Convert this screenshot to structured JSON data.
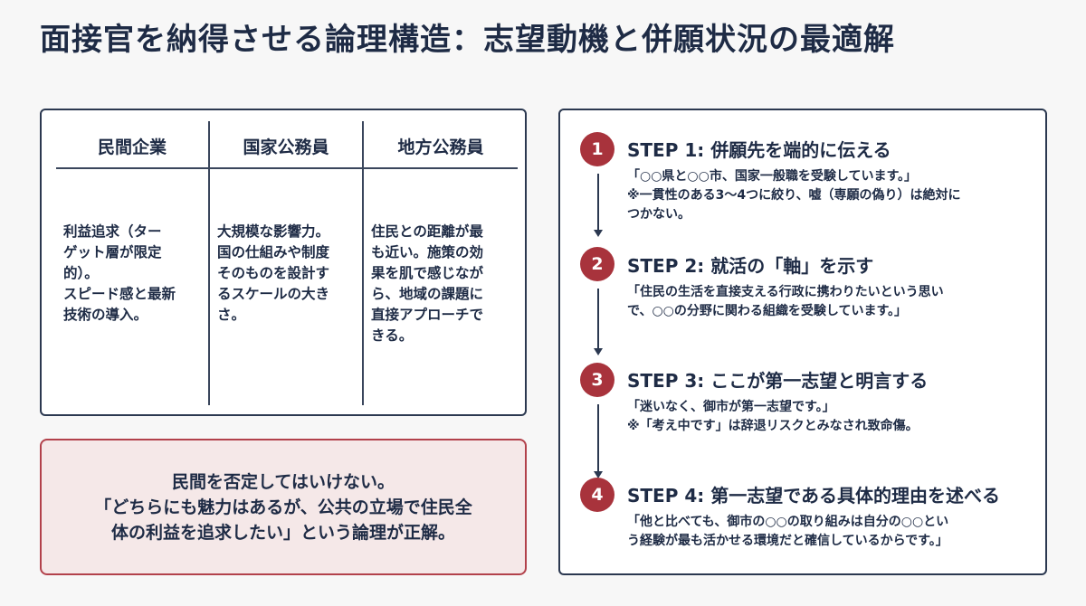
{
  "title": "面接官を納得させる論理構造：志望動機と併願状況の最適解",
  "comparison": {
    "columns": [
      {
        "header": "民間企業",
        "body": "利益追求（ター\nゲット層が限定\n的）。\nスピード感と最新\n技術の導入。"
      },
      {
        "header": "国家公務員",
        "body": "大規模な影響力。\n国の仕組みや制度\nそのものを設計す\nるスケールの大き\nさ。"
      },
      {
        "header": "地方公務員",
        "body": "住民との距離が最\nも近い。施策の効\n果を肌で感じなが\nら、地域の課題に\n直接アプローチで\nきる。"
      }
    ]
  },
  "note": {
    "text": "民間を否定してはいけない。\n「どちらにも魅力はあるが、公共の立場で住民全\n体の利益を追求したい」という論理が正解。"
  },
  "steps": [
    {
      "number": "1",
      "title": "STEP 1: 併願先を端的に伝える",
      "desc": "「○○県と○○市、国家一般職を受験しています。」\n※一貫性のある3〜4つに絞り、嘘（専願の偽り）は絶対に\nつかない。"
    },
    {
      "number": "2",
      "title": "STEP 2: 就活の「軸」を示す",
      "desc": "「住民の生活を直接支える行政に携わりたいという思い\nで、○○の分野に関わる組織を受験しています。」"
    },
    {
      "number": "3",
      "title": "STEP 3: ここが第一志望と明言する",
      "desc": "「迷いなく、御市が第一志望です。」\n※「考え中です」は辞退リスクとみなされ致命傷。"
    },
    {
      "number": "4",
      "title": "STEP 4: 第一志望である具体的理由を述べる",
      "desc": "「他と比べても、御市の○○の取り組みは自分の○○とい\nう経験が最も活かせる環境だと確信しているからです。」"
    }
  ],
  "colors": {
    "accent": "#a8333c",
    "navy": "#1e2b45",
    "note_bg": "#f5e8e8",
    "note_border": "#b2414b"
  }
}
